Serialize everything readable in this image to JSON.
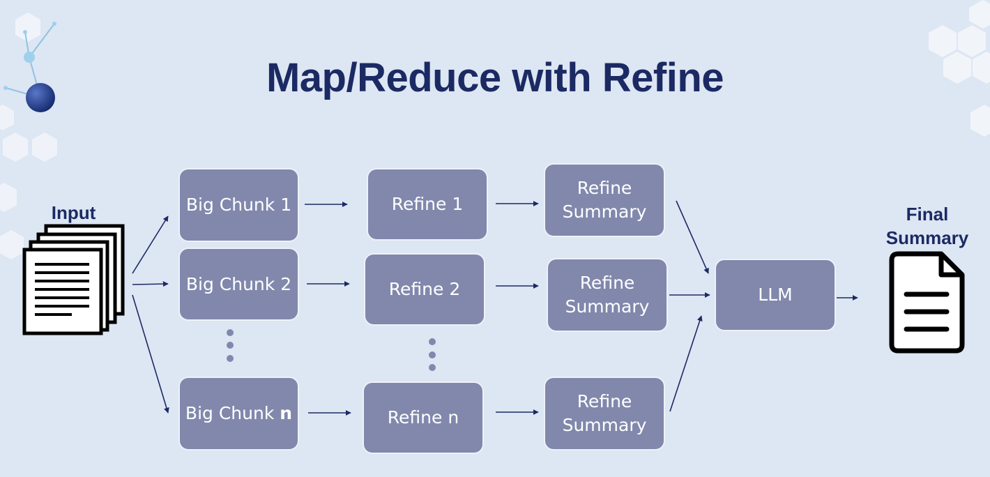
{
  "title": "Map/Reduce with Refine",
  "input_label": "Input",
  "output_label_line1": "Final",
  "output_label_line2": "Summary",
  "chunks": {
    "c1": "Big Chunk 1",
    "c2": "Big Chunk 2",
    "cn_prefix": "Big Chunk ",
    "cn_suffix": "n"
  },
  "refines": {
    "r1": "Refine 1",
    "r2": "Refine 2",
    "rn": "Refine n"
  },
  "summaries": {
    "line1": "Refine",
    "line2": "Summary"
  },
  "llm": "LLM",
  "colors": {
    "background": "#dde6f3",
    "box": "#8188ac",
    "navy": "#1b2a63"
  },
  "icons": {
    "input": "stacked-documents-icon",
    "output": "document-icon",
    "decoration": "molecule-icon"
  }
}
